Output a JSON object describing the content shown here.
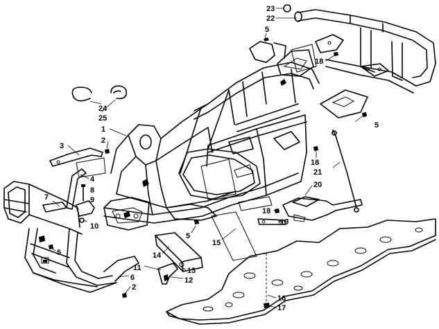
{
  "diagram": {
    "callouts": [
      {
        "id": "c23",
        "text": "23"
      },
      {
        "id": "c22",
        "text": "22"
      },
      {
        "id": "c5a",
        "text": "5"
      },
      {
        "id": "c18a",
        "text": "18"
      },
      {
        "id": "c5b",
        "text": "5"
      },
      {
        "id": "c24",
        "text": "24"
      },
      {
        "id": "c25",
        "text": "25"
      },
      {
        "id": "c1",
        "text": "1"
      },
      {
        "id": "c2a",
        "text": "2"
      },
      {
        "id": "c3",
        "text": "3"
      },
      {
        "id": "c18b",
        "text": "18"
      },
      {
        "id": "c21",
        "text": "21"
      },
      {
        "id": "c4",
        "text": "4"
      },
      {
        "id": "c20",
        "text": "20"
      },
      {
        "id": "c8",
        "text": "8"
      },
      {
        "id": "c7",
        "text": "7"
      },
      {
        "id": "c9",
        "text": "9"
      },
      {
        "id": "c18c",
        "text": "18"
      },
      {
        "id": "c19",
        "text": "19"
      },
      {
        "id": "c10",
        "text": "10"
      },
      {
        "id": "c5c",
        "text": "5"
      },
      {
        "id": "c15",
        "text": "15"
      },
      {
        "id": "c14",
        "text": "14"
      },
      {
        "id": "c5d",
        "text": "5"
      },
      {
        "id": "c11",
        "text": "11"
      },
      {
        "id": "c13",
        "text": "13"
      },
      {
        "id": "c12",
        "text": "12"
      },
      {
        "id": "c6",
        "text": "6"
      },
      {
        "id": "c2b",
        "text": "2"
      },
      {
        "id": "c16",
        "text": "16"
      },
      {
        "id": "c17",
        "text": "17"
      }
    ]
  }
}
